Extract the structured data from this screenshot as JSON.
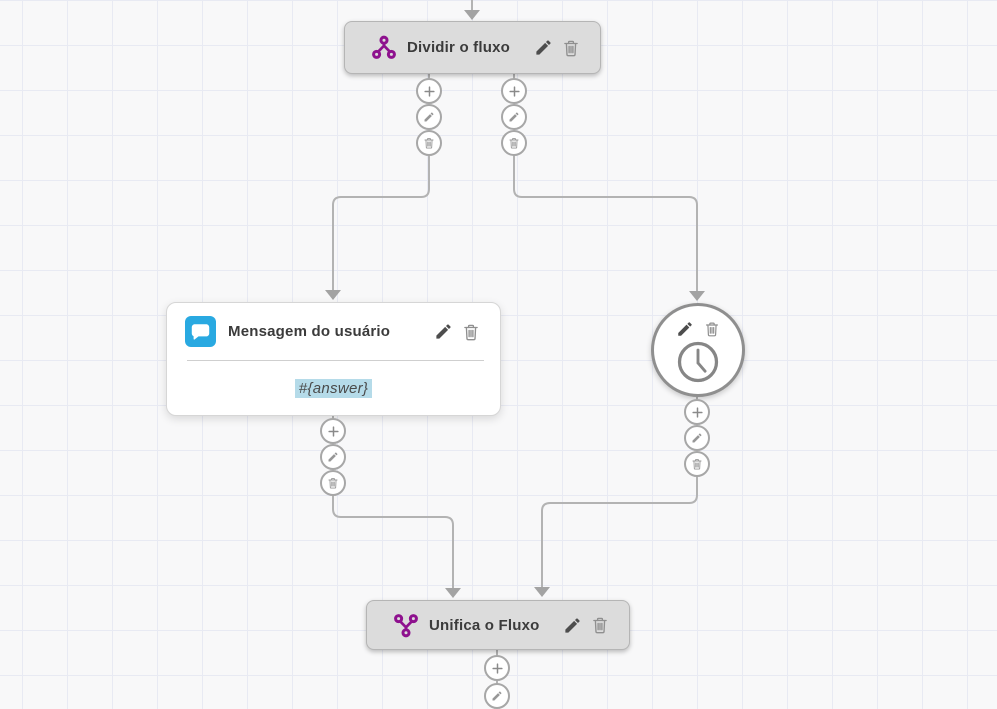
{
  "palette": {
    "accent_purple": "#8e118e",
    "accent_blue": "#29a9e1",
    "variable_highlight": "#b5dbe9",
    "node_gray_fill": "#dcdcdc",
    "connector_gray": "#b3b3b3",
    "grid_line": "#e8eaf3",
    "canvas_background": "#f8f8f9"
  },
  "nodes": {
    "split": {
      "title": "Dividir o fluxo",
      "icon": "split-flow-icon"
    },
    "user_message": {
      "title": "Mensagem do usuário",
      "body": "#{answer}",
      "icon": "chat-bubble-icon"
    },
    "timer": {
      "icon": "clock-icon"
    },
    "merge": {
      "title": "Unifica o Fluxo",
      "icon": "merge-flow-icon"
    }
  },
  "action_icons": {
    "add": "plus-icon",
    "edit": "pencil-icon",
    "delete": "trash-icon"
  }
}
